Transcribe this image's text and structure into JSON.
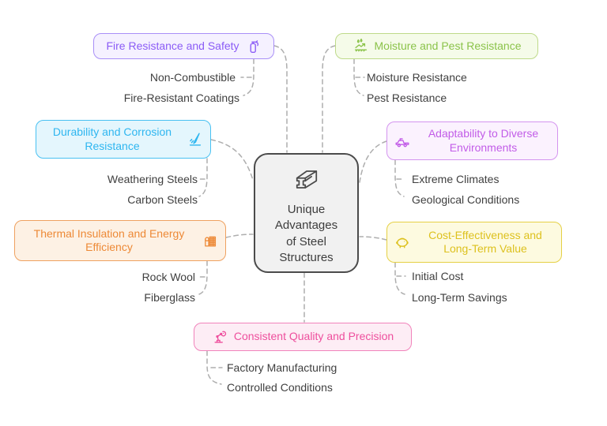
{
  "diagram": {
    "type": "mindmap",
    "background": "#ffffff",
    "connector_color": "#aeaeae",
    "connector_style": "dashed"
  },
  "center": {
    "label": "Unique Advantages of Steel Structures",
    "icon": "steel-beam-icon",
    "background": "#f1f1f1",
    "border_color": "#4b4b4b",
    "text_color": "#3d3d3d"
  },
  "branches": [
    {
      "label": "Fire Resistance and Safety",
      "icon": "fire-extinguisher-icon",
      "color": "#8b5cf6",
      "border_color": "#a98ff7",
      "background": "#f5f1ff",
      "children": [
        "Non-Combustible",
        "Fire-Resistant Coatings"
      ]
    },
    {
      "label": "Moisture and Pest Resistance",
      "icon": "moisture-icon",
      "color": "#8bc34a",
      "border_color": "#beda8a",
      "background": "#f5fbe9",
      "children": [
        "Moisture Resistance",
        "Pest Resistance"
      ]
    },
    {
      "label": "Durability and Corrosion Resistance",
      "icon": "etching-pen-icon",
      "color": "#2eb6f0",
      "border_color": "#49c1f2",
      "background": "#e4f6fd",
      "children": [
        "Weathering Steels",
        "Carbon Steels"
      ]
    },
    {
      "label": "Adaptability to Diverse Environments",
      "icon": "offroad-vehicle-icon",
      "color": "#c25ce8",
      "border_color": "#d494ef",
      "background": "#fbf2fe",
      "children": [
        "Extreme Climates",
        "Geological Conditions"
      ]
    },
    {
      "label": "Thermal Insulation and Energy Efficiency",
      "icon": "radiator-icon",
      "color": "#ed8936",
      "border_color": "#efa160",
      "background": "#fdf1e4",
      "children": [
        "Rock Wool",
        "Fiberglass"
      ]
    },
    {
      "label": "Cost-Effectiveness and Long-Term Value",
      "icon": "piggy-bank-icon",
      "color": "#ddc11e",
      "border_color": "#e5d045",
      "background": "#fdfae0",
      "children": [
        "Initial Cost",
        "Long-Term Savings"
      ]
    },
    {
      "label": "Consistent Quality and Precision",
      "icon": "robot-arm-icon",
      "color": "#ee4f9d",
      "border_color": "#f183bb",
      "background": "#fdedf5",
      "children": [
        "Factory Manufacturing",
        "Controlled Conditions"
      ]
    }
  ]
}
